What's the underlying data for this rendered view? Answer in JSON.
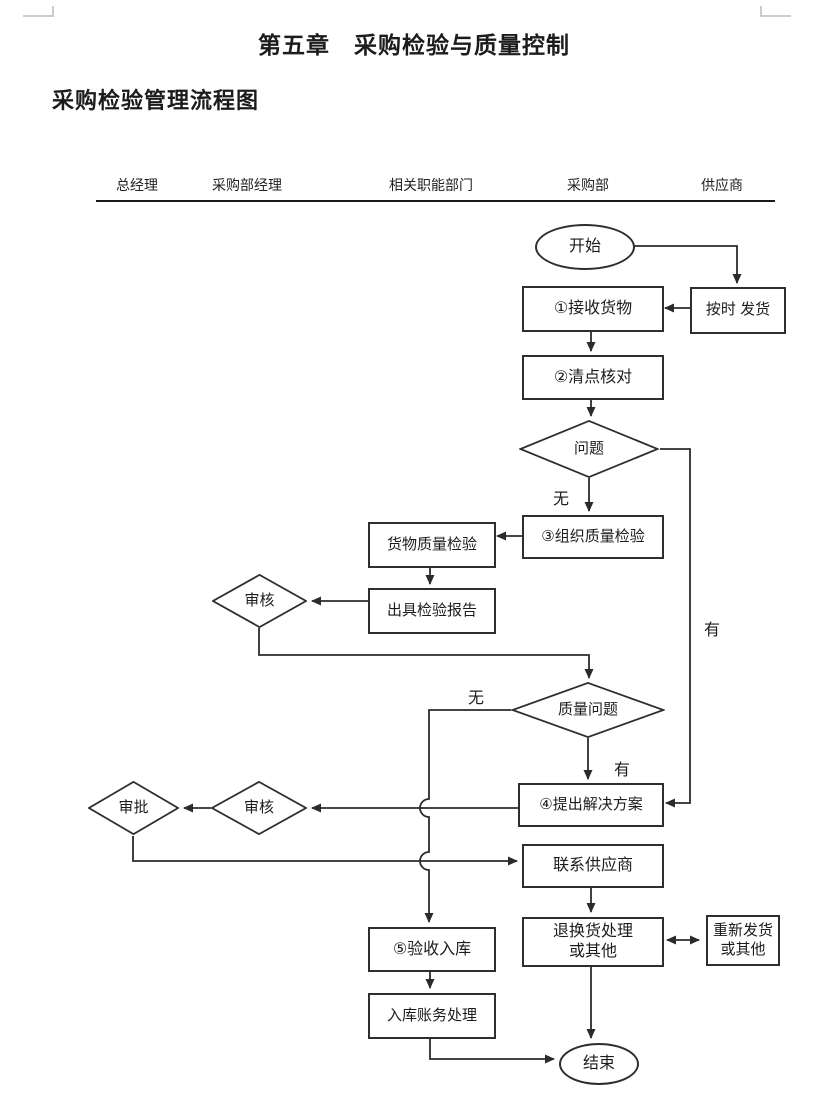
{
  "page": {
    "chapter_title": "第五章　采购检验与质量控制",
    "section_title": "采购检验管理流程图"
  },
  "lanes": [
    {
      "label": "总经理"
    },
    {
      "label": "采购部经理"
    },
    {
      "label": "相关职能部门"
    },
    {
      "label": "采购部"
    },
    {
      "label": "供应商"
    }
  ],
  "nodes": {
    "start": "开始",
    "ship_on_time": "按时 发货",
    "receive_goods": "①接收货物",
    "count_check": "②清点核对",
    "problem": "问题",
    "organize_inspection": "③组织质量检验",
    "goods_inspection": "货物质量检验",
    "issue_report": "出具检验报告",
    "review_1": "审核",
    "quality_problem": "质量问题",
    "propose_solution": "④提出解决方案",
    "review_2": "审核",
    "approve": "审批",
    "contact_supplier": "联系供应商",
    "acceptance_storage": "⑤验收入库",
    "return_exchange_line1": "退换货处理",
    "return_exchange_line2": "或其他",
    "reship_line1": "重新发货",
    "reship_line2": "或其他",
    "ledger_processing": "入库账务处理",
    "end": "结束"
  },
  "edge_labels": {
    "no_1": "无",
    "yes_1": "有",
    "no_2": "无",
    "yes_2": "有"
  },
  "colors": {
    "line": "#2b2b2b",
    "node_border": "#2e2e2e",
    "text": "#1c1c1c",
    "corner_mark": "#cccccc"
  }
}
